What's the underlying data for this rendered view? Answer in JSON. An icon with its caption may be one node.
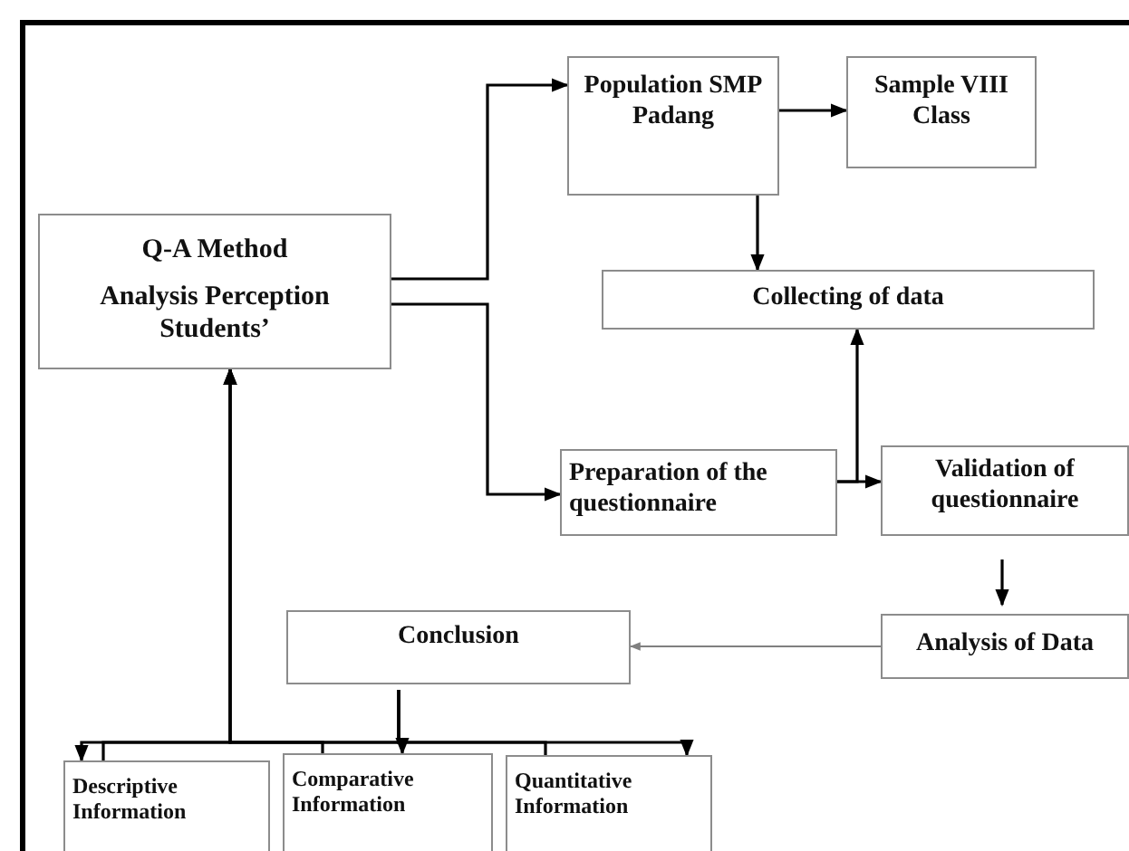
{
  "diagram": {
    "nodes": [
      {
        "text": [
          "Q-A Method",
          "Analysis Perception Students’"
        ]
      },
      {
        "text": [
          "Population SMP Padang"
        ]
      },
      {
        "text": [
          "Sample VIII Class"
        ]
      },
      {
        "text": [
          "Collecting of data"
        ]
      },
      {
        "text": [
          "Preparation of the questionnaire"
        ]
      },
      {
        "text": [
          "Validation of questionnaire"
        ]
      },
      {
        "text": [
          "Analysis of Data"
        ]
      },
      {
        "text": [
          "Conclusion"
        ]
      },
      {
        "text": [
          "Descriptive Information"
        ]
      },
      {
        "text": [
          "Comparative Information"
        ]
      },
      {
        "text": [
          "Quantitative Information"
        ]
      }
    ],
    "edges": [
      {
        "from": 0,
        "to": 1,
        "arrow": "to"
      },
      {
        "from": 0,
        "to": 4,
        "arrow": "to"
      },
      {
        "from": 1,
        "to": 2,
        "arrow": "to"
      },
      {
        "from": 1,
        "to": 3,
        "arrow": "to"
      },
      {
        "from": 4,
        "to": 3,
        "arrow": "to"
      },
      {
        "from": 4,
        "to": 5,
        "arrow": "to"
      },
      {
        "from": 5,
        "to": 6,
        "arrow": "to"
      },
      {
        "from": 6,
        "to": 7,
        "arrow": "to",
        "color": "#808080"
      },
      {
        "from": 7,
        "to": 8,
        "arrow": "to"
      },
      {
        "from": 7,
        "to": 9,
        "arrow": "to"
      },
      {
        "from": 7,
        "to": 10,
        "arrow": "to"
      },
      {
        "from": 8,
        "to": 0,
        "arrow": "to"
      },
      {
        "from": 9,
        "to": 0,
        "arrow": "to"
      },
      {
        "from": 10,
        "to": 0,
        "arrow": "to"
      }
    ]
  }
}
